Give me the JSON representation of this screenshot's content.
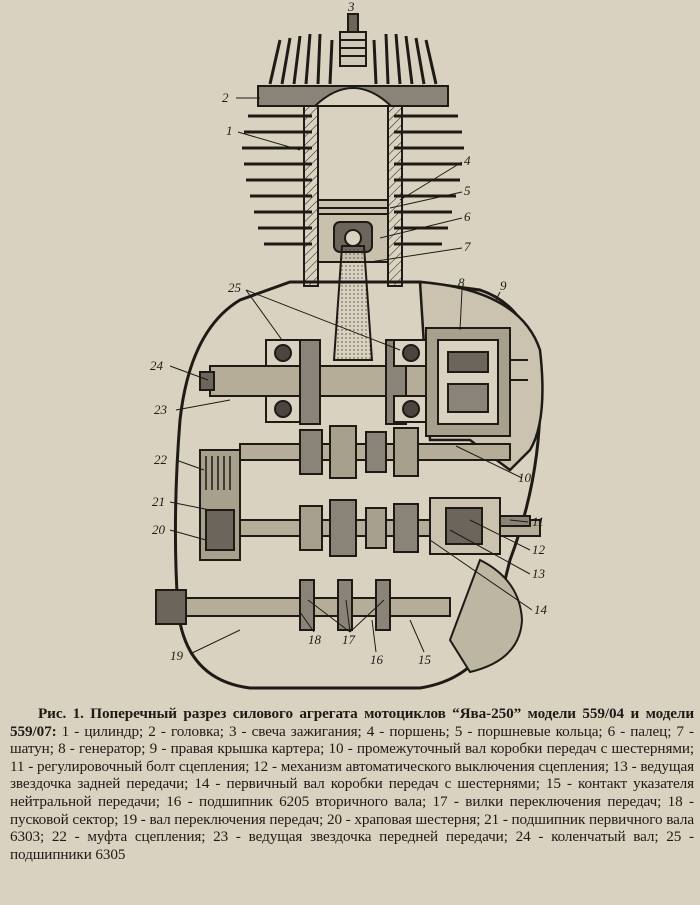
{
  "figure": {
    "title": "Рис. 1. Поперечный разрез силового агрегата мотоциклов “Ява-250” модели 559/04 и модели 559/07:",
    "legend": "1 - цилиндр; 2 - головка; 3 - свеча зажигания; 4 - поршень; 5 - поршневые кольца; 6 - палец; 7 - шатун; 8 - генератор; 9 - правая крышка картера; 10 - промежуточный вал коробки передач с шестернями; 11 - регулировочный болт сцепления; 12 - механизм автоматического выключения сцепления; 13 - ведущая звездочка задней передачи; 14 - первичный вал коробки передач с шестернями; 15 - контакт указателя нейтральной передачи; 16 - подшипник 6205 вторичного вала; 17 - вилки переключения передач; 18 - пусковой сектор; 19 - вал переключения передач; 20 - храповая шестерня; 21 - подшипник первичного вала 6303; 22 - муфта сцепления; 23 - ведущая звездочка передней передачи; 24 - коленчатый вал; 25 - подшипники 6305"
  },
  "callouts": [
    "1",
    "2",
    "3",
    "4",
    "5",
    "6",
    "7",
    "8",
    "9",
    "10",
    "11",
    "12",
    "13",
    "14",
    "15",
    "16",
    "17",
    "18",
    "19",
    "20",
    "21",
    "22",
    "23",
    "24",
    "25"
  ],
  "colors": {
    "paper": "#d9d2c0",
    "ink": "#1e1b17",
    "section": "#8a8378"
  }
}
